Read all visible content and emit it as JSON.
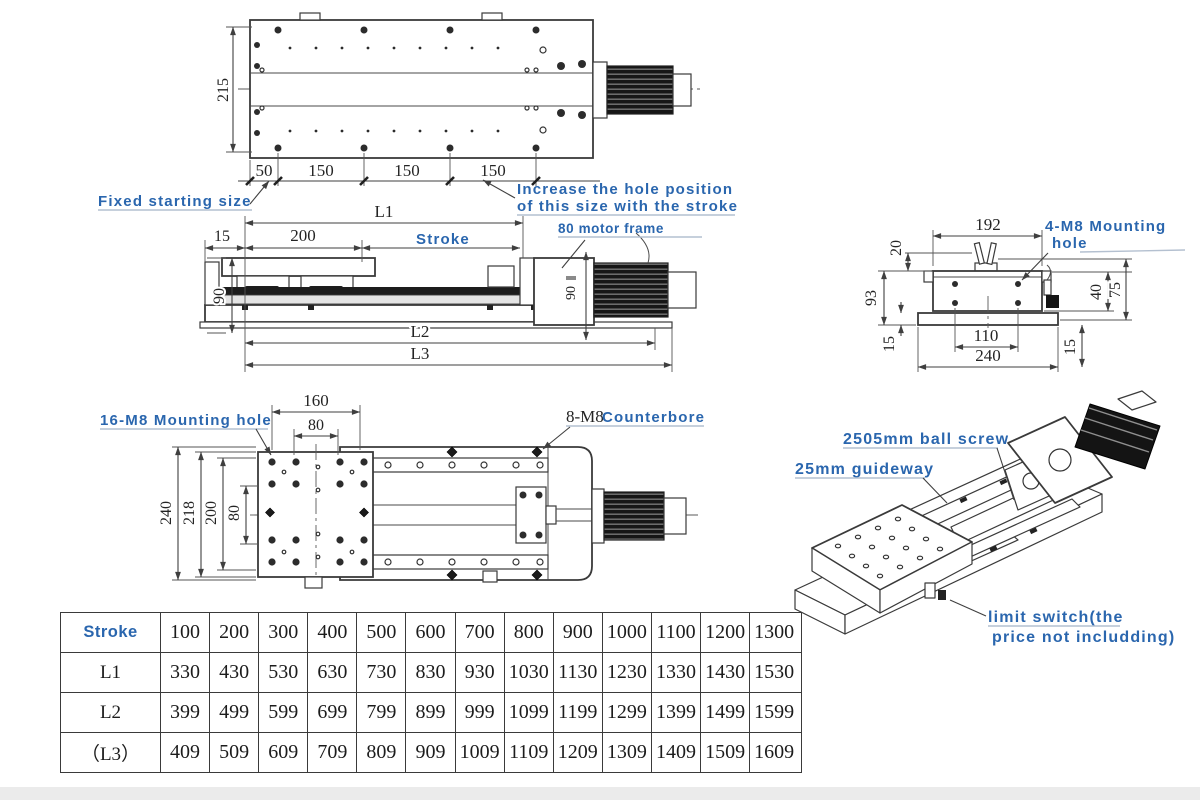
{
  "colors": {
    "accent_blue": "#2a66ae",
    "line": "#3a3a3a",
    "footer_bar": "#ebebeb"
  },
  "top_view": {
    "height_dim": "215",
    "bottom_dims": [
      "50",
      "150",
      "150",
      "150"
    ],
    "note_fixed": "Fixed starting size",
    "note_increase_line1": "Increase the hole position",
    "note_increase_line2": "of this size with the stroke"
  },
  "side_view": {
    "dim_l1": "L1",
    "dim_offset": "15",
    "dim_carriage": "200",
    "dim_stroke": "Stroke",
    "dim_height": "90",
    "dim_motor_height": "90",
    "dim_l2": "L2",
    "dim_l3": "L3",
    "note_motor": "80 motor frame"
  },
  "end_view": {
    "dim_width": "192",
    "dim_top": "20",
    "dim_height": "93",
    "dim_base_thk": "15",
    "dim_hole_span": "110",
    "dim_base_width": "240",
    "dim_r40": "40",
    "dim_r75": "75",
    "dim_r15": "15",
    "note_line1": "4-M8 Mounting",
    "note_line2": "hole"
  },
  "plan_view": {
    "dim_w160": "160",
    "dim_w80": "80",
    "dim_h240": "240",
    "dim_h218": "218",
    "dim_h200": "200",
    "dim_h80": "80",
    "note_16m8": "16-M8 Mounting hole",
    "note_8m8_prefix": "8-M8",
    "note_8m8": "Counterbore"
  },
  "iso_view": {
    "note_screw": "2505mm ball screw",
    "note_guideway": "25mm guideway",
    "note_limit_line1": "limit switch(the",
    "note_limit_line2": "price not includding)"
  },
  "table": {
    "rows": [
      {
        "label": "Stroke",
        "values": [
          "100",
          "200",
          "300",
          "400",
          "500",
          "600",
          "700",
          "800",
          "900",
          "1000",
          "1100",
          "1200",
          "1300"
        ]
      },
      {
        "label": "L1",
        "values": [
          "330",
          "430",
          "530",
          "630",
          "730",
          "830",
          "930",
          "1030",
          "1130",
          "1230",
          "1330",
          "1430",
          "1530"
        ]
      },
      {
        "label": "L2",
        "values": [
          "399",
          "499",
          "599",
          "699",
          "799",
          "899",
          "999",
          "1099",
          "1199",
          "1299",
          "1399",
          "1499",
          "1599"
        ]
      },
      {
        "label": "（L3）",
        "values": [
          "409",
          "509",
          "609",
          "709",
          "809",
          "909",
          "1009",
          "1109",
          "1209",
          "1309",
          "1409",
          "1509",
          "1609"
        ]
      }
    ]
  }
}
